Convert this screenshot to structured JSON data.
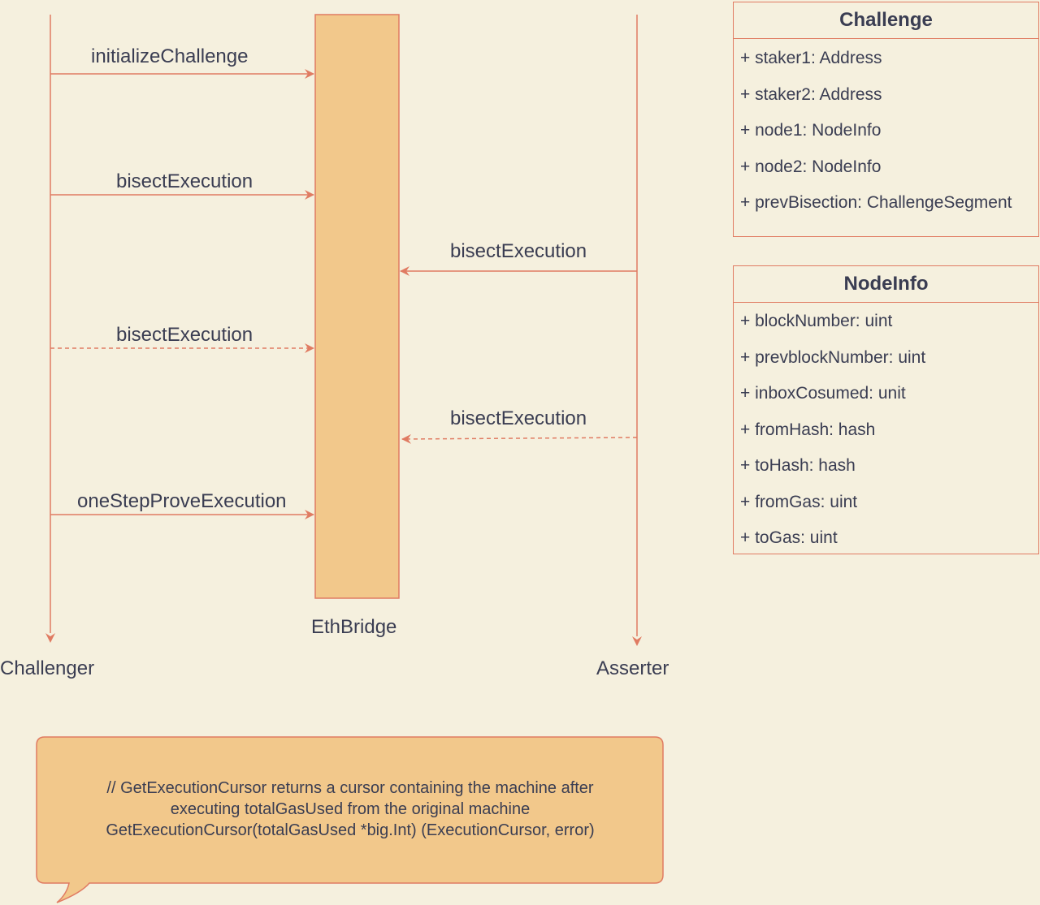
{
  "participants": {
    "challenger": "Challenger",
    "ethbridge": "EthBridge",
    "asserter": "Asserter"
  },
  "messages": [
    {
      "label": "initializeChallenge",
      "from": "Challenger",
      "to": "EthBridge",
      "style": "solid"
    },
    {
      "label": "bisectExecution",
      "from": "Challenger",
      "to": "EthBridge",
      "style": "solid"
    },
    {
      "label": "bisectExecution",
      "from": "Asserter",
      "to": "EthBridge",
      "style": "solid"
    },
    {
      "label": "bisectExecution",
      "from": "Challenger",
      "to": "EthBridge",
      "style": "dashed"
    },
    {
      "label": "bisectExecution",
      "from": "Asserter",
      "to": "EthBridge",
      "style": "dashed"
    },
    {
      "label": "oneStepProveExecution",
      "from": "Challenger",
      "to": "EthBridge",
      "style": "solid"
    }
  ],
  "classes": {
    "challenge": {
      "name": "Challenge",
      "attributes": [
        "+ staker1: Address",
        "+ staker2: Address",
        "+ node1: NodeInfo",
        "+ node2: NodeInfo",
        "+ prevBisection: ChallengeSegment"
      ]
    },
    "nodeinfo": {
      "name": "NodeInfo",
      "attributes": [
        "+ blockNumber: uint",
        "+ prevblockNumber: uint",
        "+ inboxCosumed: unit",
        "+ fromHash: hash",
        "+ toHash: hash",
        "+ fromGas: uint",
        "+ toGas: uint"
      ]
    }
  },
  "note": {
    "lines": [
      "// GetExecutionCursor returns a cursor containing the machine after",
      "executing totalGasUsed from the original machine",
      "GetExecutionCursor(totalGasUsed *big.Int) (ExecutionCursor, error)"
    ]
  },
  "colors": {
    "background": "#f5f0de",
    "line": "#e07b62",
    "bridge_fill": "#f2c88b",
    "note_fill": "#f2c88b",
    "text": "#3a3d52"
  }
}
